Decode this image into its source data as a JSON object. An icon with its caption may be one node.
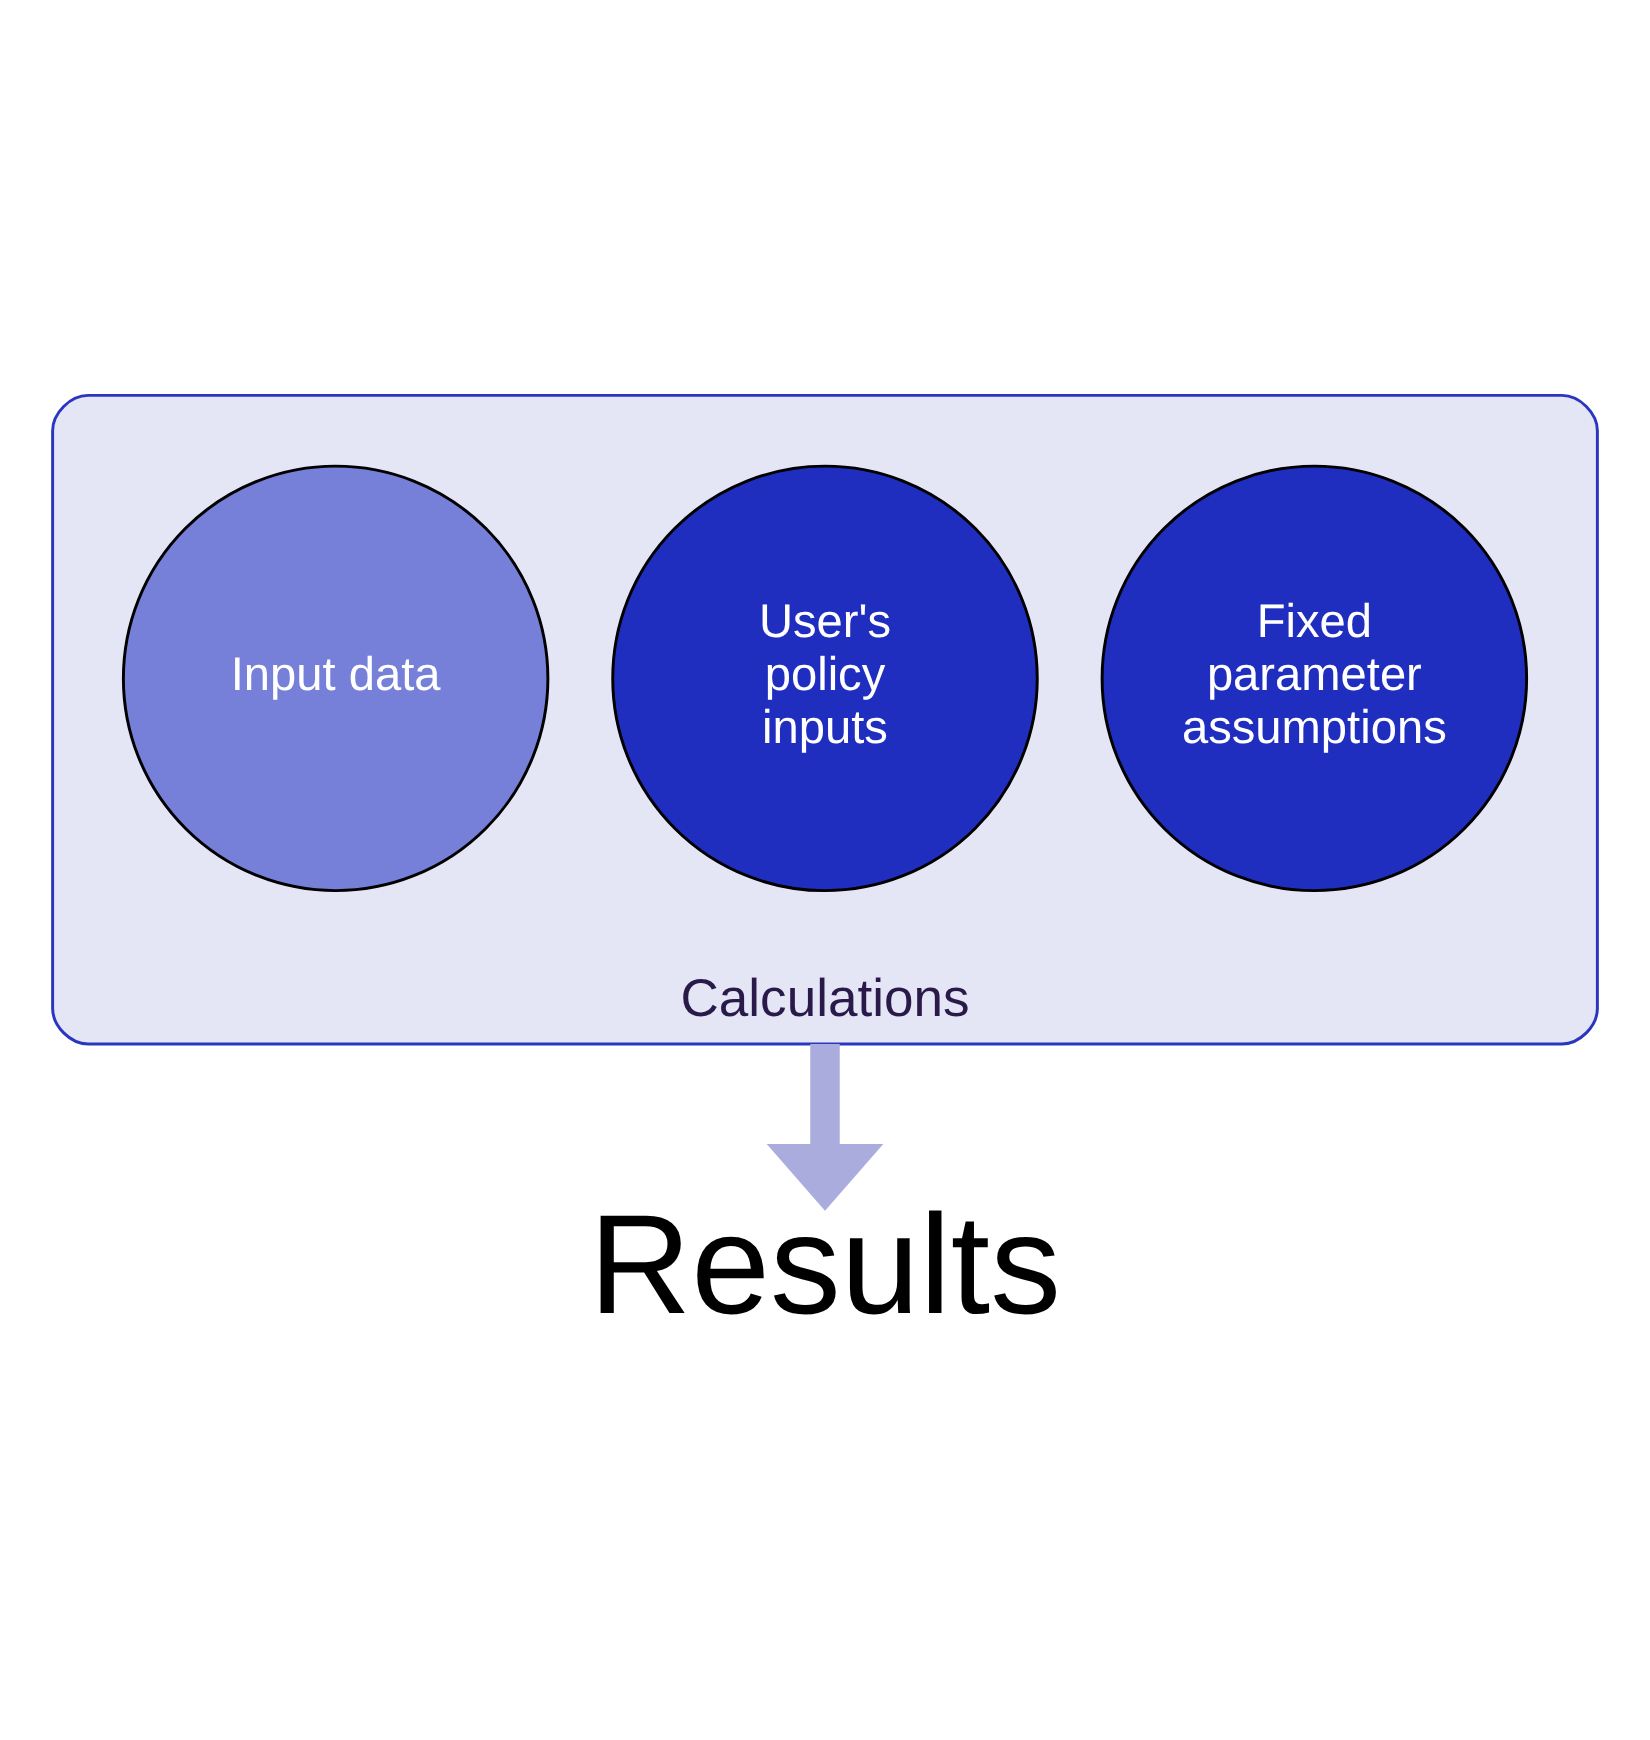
{
  "diagram": {
    "nodes": [
      {
        "text": [
          "Calculations"
        ]
      },
      {
        "text": [
          "Fixed parameter assumptions"
        ],
        "in": 0
      },
      {
        "text": [
          "User's policy inputs"
        ],
        "in": 0
      },
      {
        "text": [
          "Input data"
        ],
        "in": 0
      },
      {
        "text": [
          "Results"
        ]
      }
    ],
    "edges": [
      {
        "from": 0,
        "to": 4,
        "arrow": "to"
      }
    ]
  }
}
